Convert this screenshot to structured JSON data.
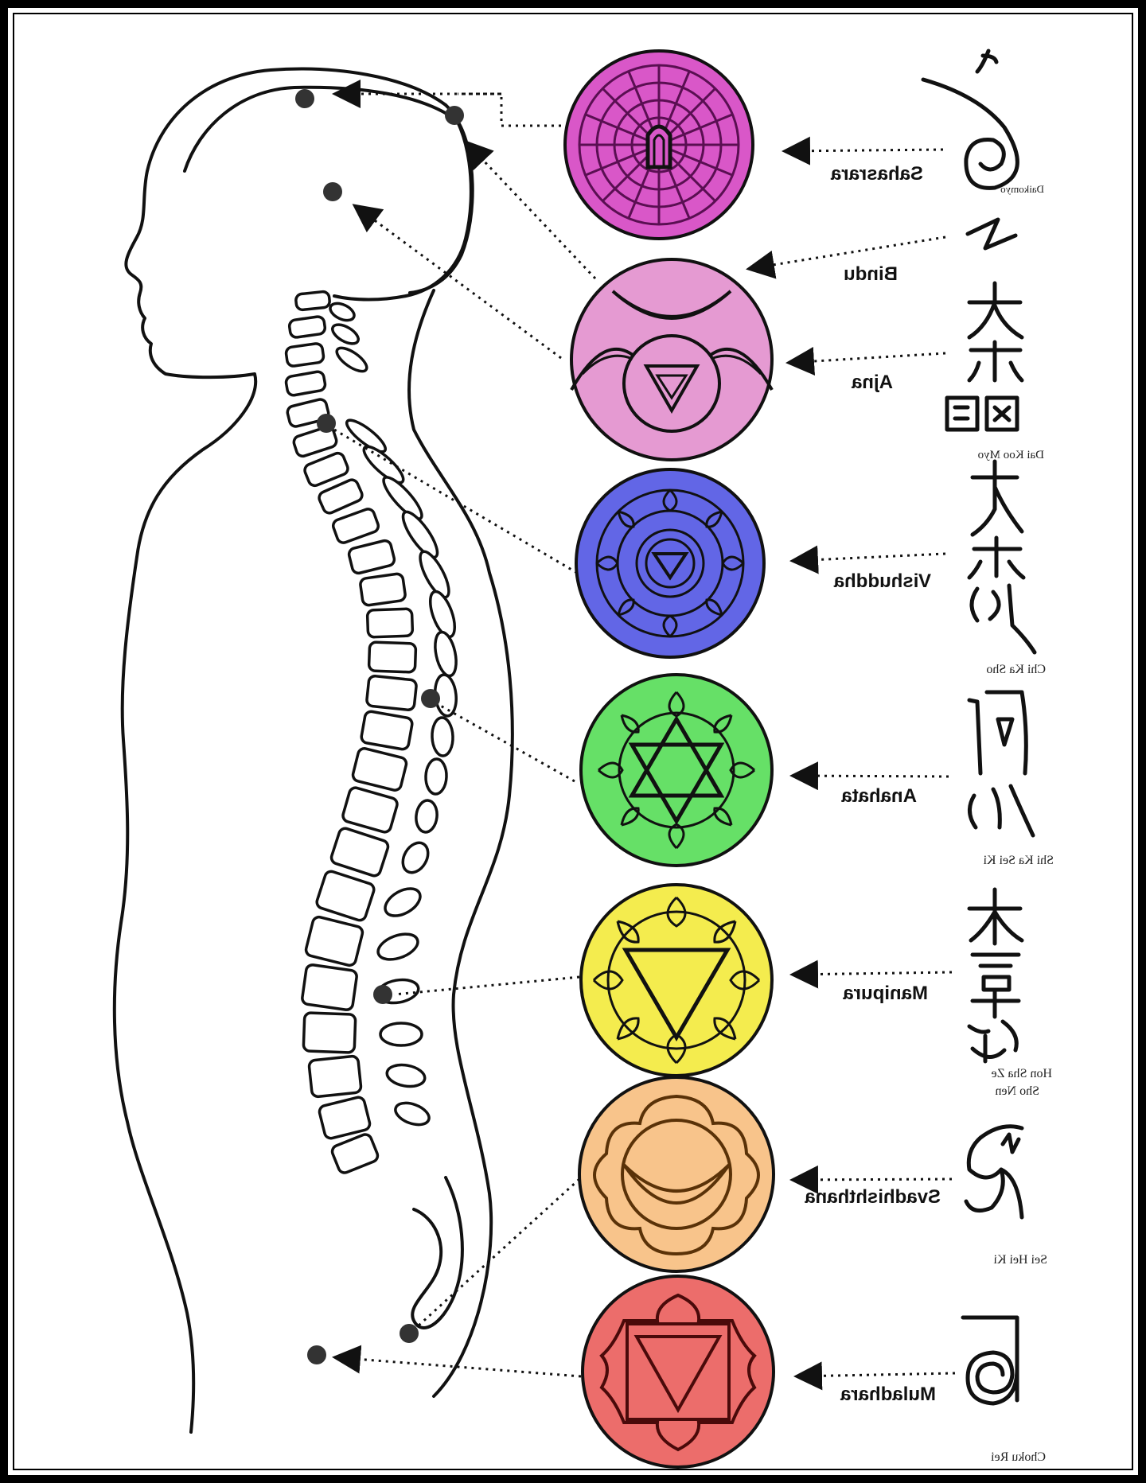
{
  "colors": {
    "sahasrara": "#d957c8",
    "ajna": "#e59ad2",
    "vishuddha": "#6266e6",
    "anahata": "#66e067",
    "manipura": "#f4ec4e",
    "svadhishthana": "#f8c48b",
    "muladhara": "#ec6d6b",
    "outline": "#111111"
  },
  "chakras": [
    {
      "name": "Sahasrara",
      "symbol_caption": "Daikomyo"
    },
    {
      "name": "Bindu"
    },
    {
      "name": "Ajna",
      "symbol_caption": "Dai Koo Myo"
    },
    {
      "name": "Vishuddha",
      "symbol_caption": "Chi Ka Sho"
    },
    {
      "name": "Anahata",
      "symbol_caption": "Shi Ka Sei Ki"
    },
    {
      "name": "Manipura",
      "symbol_caption": [
        "Hon Sha Ze",
        "Sho Nen"
      ]
    },
    {
      "name": "Svadhishthana",
      "symbol_caption": "Sei Hei Ki"
    },
    {
      "name": "Muladhara",
      "symbol_caption": "Choku Rei"
    }
  ]
}
